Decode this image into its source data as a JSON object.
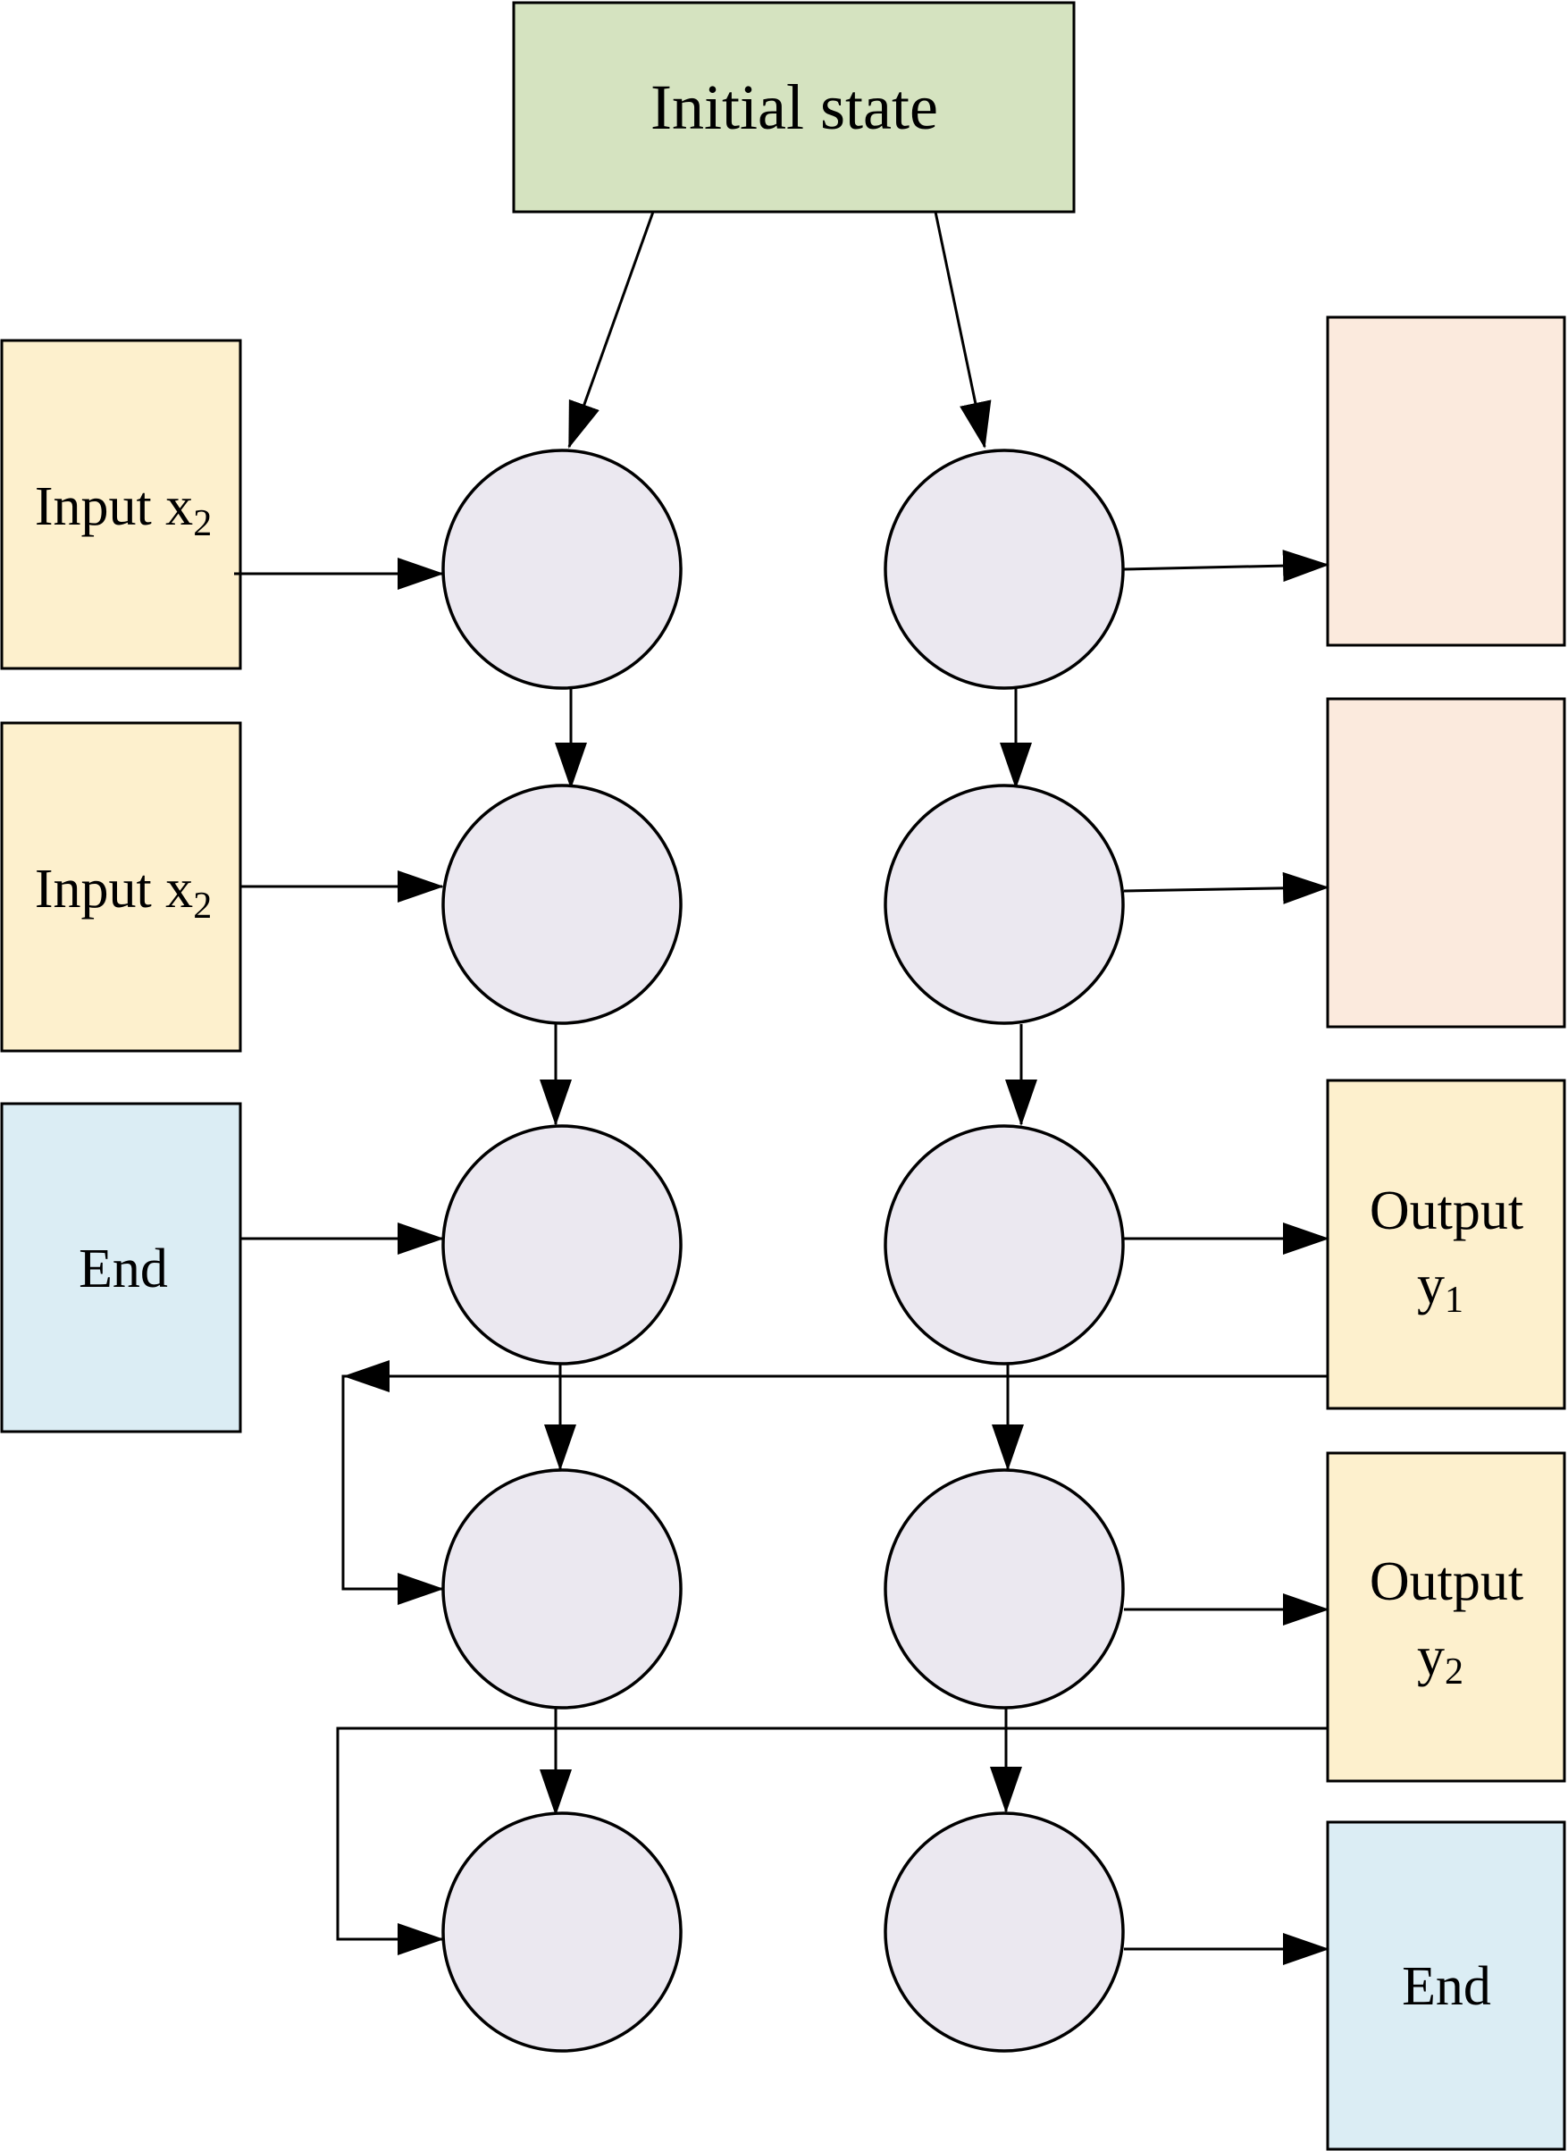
{
  "diagram": {
    "initial_state": {
      "label": "Initial state",
      "color": "#d5e3c0"
    },
    "inputs": [
      {
        "label": "Input x",
        "subscript": "2",
        "color": "#fdf0cd"
      },
      {
        "label": "Input x",
        "subscript": "2",
        "color": "#fdf0cd"
      },
      {
        "label": "End",
        "subscript": "",
        "color": "#dbedf4"
      }
    ],
    "outputs": [
      {
        "label": "",
        "subscript": "",
        "color": "#fbeadd"
      },
      {
        "label": "",
        "subscript": "",
        "color": "#fbeadd"
      },
      {
        "label": "Output",
        "line2": "y",
        "subscript": "1",
        "color": "#fdf0cd"
      },
      {
        "label": "Output",
        "line2": "y",
        "subscript": "2",
        "color": "#fdf0cd"
      },
      {
        "label": "End",
        "line2": "",
        "subscript": "",
        "color": "#dbedf4"
      }
    ],
    "node_color": "#ebe8f0"
  }
}
